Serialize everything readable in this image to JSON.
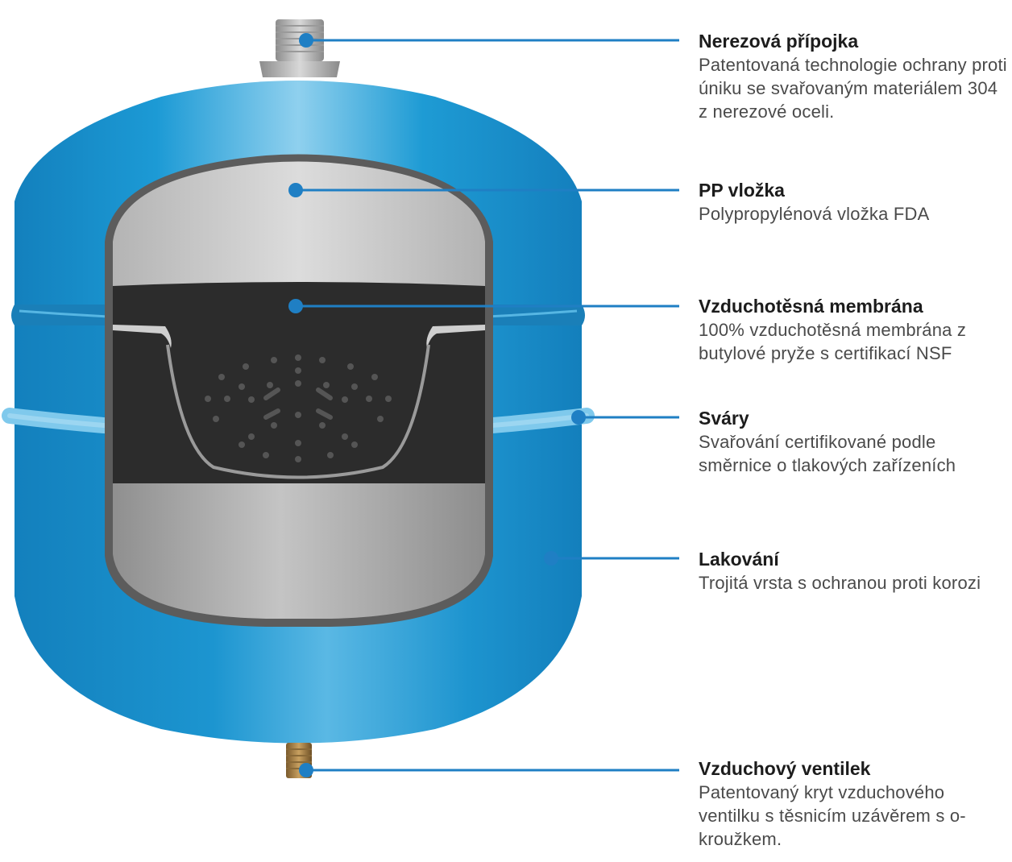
{
  "colors": {
    "accent": "#1f7fc4",
    "tank": "#1a94cf",
    "membrane": "#2f2f2f"
  },
  "callouts": [
    {
      "title": "Nerezová přípojka",
      "description": "Patentovaná technologie ochrany proti úniku se svařovaným materiálem 304 z nerezové oceli."
    },
    {
      "title": "PP vložka",
      "description": "Polypropylénová vložka FDA"
    },
    {
      "title": "Vzduchotěsná membrána",
      "description": "100% vzduchotěsná membrána z butylové pryže s certifikací NSF"
    },
    {
      "title": "Sváry",
      "description": "Svařování certifikované podle směrnice o tlakových zařízeních"
    },
    {
      "title": "Lakování",
      "description": "Trojitá vrsta s ochranou proti korozi"
    },
    {
      "title": "Vzduchový ventilek",
      "description": "Patentovaný kryt vzduchového ventilku s těsnicím uzávěrem s o-kroužkem."
    }
  ]
}
